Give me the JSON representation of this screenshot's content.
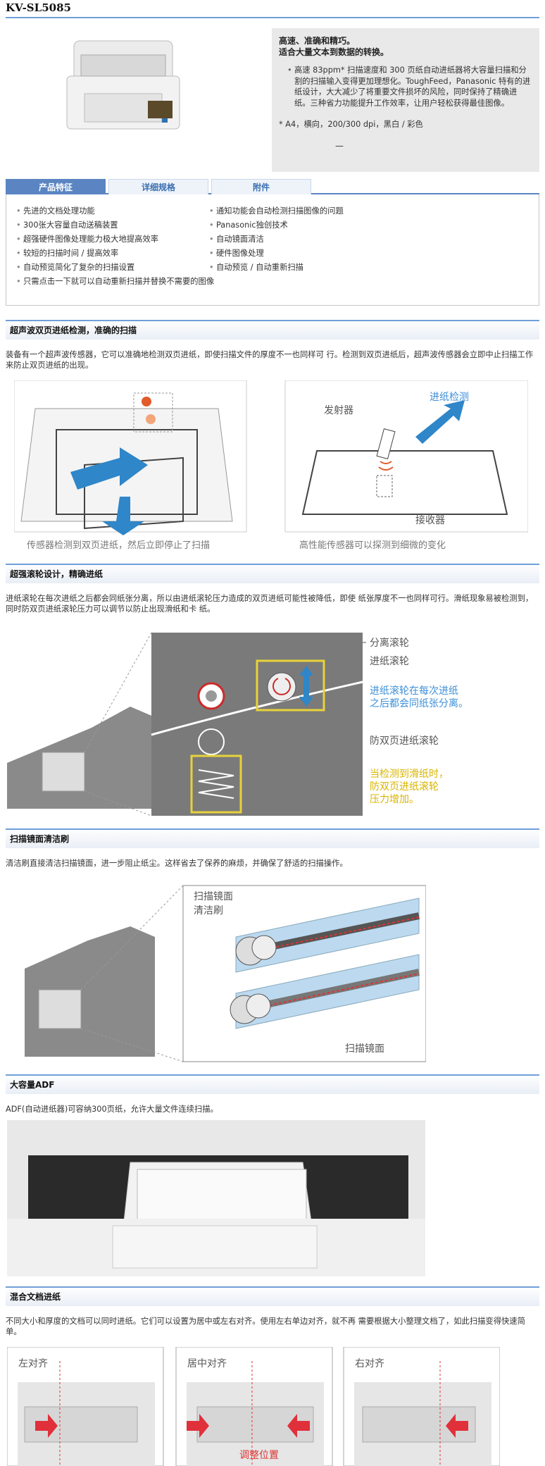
{
  "model": "KV-SL5085",
  "intro": {
    "headline1": "高速、准确和精巧。",
    "headline2": "适合大量文本到数据的转换。",
    "bullet": "高速 83ppm* 扫描速度和 300 页纸自动进纸器将大容量扫描和分割的扫描输入变得更加理想化。ToughFeed，Panasonic 特有的进纸设计，大大减少了将重要文件损坏的风险，同时保持了精确进纸。三种省力功能提升工作效率，让用户轻松获得最佳图像。",
    "spec": "* A4，横向，200/300 dpi，黑白 / 彩色",
    "dash": "—"
  },
  "tabs": [
    {
      "label": "产品特征"
    },
    {
      "label": "详细规格"
    },
    {
      "label": "附件"
    }
  ],
  "features_left": [
    "先进的文档处理功能",
    "300张大容量自动送稿装置",
    "超强硬件图像处理能力极大地提高效率",
    "较短的扫描时间 / 提高效率",
    "自动预览简化了复杂的扫描设置",
    "只需点击一下就可以自动重新扫描并替换不需要的图像"
  ],
  "features_right": [
    "通知功能会自动检测扫描图像的问题",
    "Panasonic独创技术",
    "自动镜面清洁",
    "硬件图像处理",
    "自动预览 / 自动重新扫描"
  ],
  "sections": [
    {
      "title": "超声波双页进纸检测，准确的扫描",
      "text": "装备有一个超声波传感器，它可以准确地检测双页进纸，即使扫描文件的厚度不一也同样可 行。检测到双页进纸后，超声波传感器会立即中止扫描工作来防止双页进纸的出现。"
    },
    {
      "title": "超强滚轮设计，精确进纸",
      "text": "进纸滚轮在每次进纸之后都会同纸张分离，所以由进纸滚轮压力造成的双页进纸可能性被降低，即使 纸张厚度不一也同样可行。滑纸现象易被检测到，同时防双页进纸滚轮压力可以调节以防止出现滑纸和卡 纸。"
    },
    {
      "title": "扫描镜面清洁刷",
      "text": "清洁刷直接清洁扫描镜面，进一步阻止纸尘。这样省去了保养的麻烦，并确保了舒适的扫描操作。"
    },
    {
      "title": "大容量ADF",
      "text": "ADF(自动进纸器)可容纳300页纸，允许大量文件连续扫描。"
    },
    {
      "title": "混合文档进纸",
      "text": "不同大小和厚度的文档可以同时进纸。它们可以设置为居中或左右对齐。使用左右单边对齐，就不再 需要根据大小整理文档了，如此扫描变得快速简单。"
    }
  ],
  "fig1": {
    "cap_left": "传感器检测到双页进纸，然后立即停止了扫描",
    "cap_right": "高性能传感器可以探测到细微的变化",
    "emitter": "发射器",
    "receiver": "接收器",
    "detect": "进纸检测"
  },
  "fig2": {
    "sep": "分离滚轮",
    "feed": "进纸滚轮",
    "feed_note1": "进纸滚轮在每次进纸",
    "feed_note2": "之后都会同纸张分离。",
    "anti": "防双页进纸滚轮",
    "anti_note1": "当检测到滑纸时，",
    "anti_note2": "防双页进纸滚轮",
    "anti_note3": "压力增加。"
  },
  "fig3": {
    "brush1": "扫描镜面",
    "brush2": "清洁刷",
    "mirror": "扫描镜面"
  },
  "fig5": {
    "left": "左对齐",
    "center": "居中对齐",
    "right": "右对齐",
    "adjust": "调整位置"
  }
}
